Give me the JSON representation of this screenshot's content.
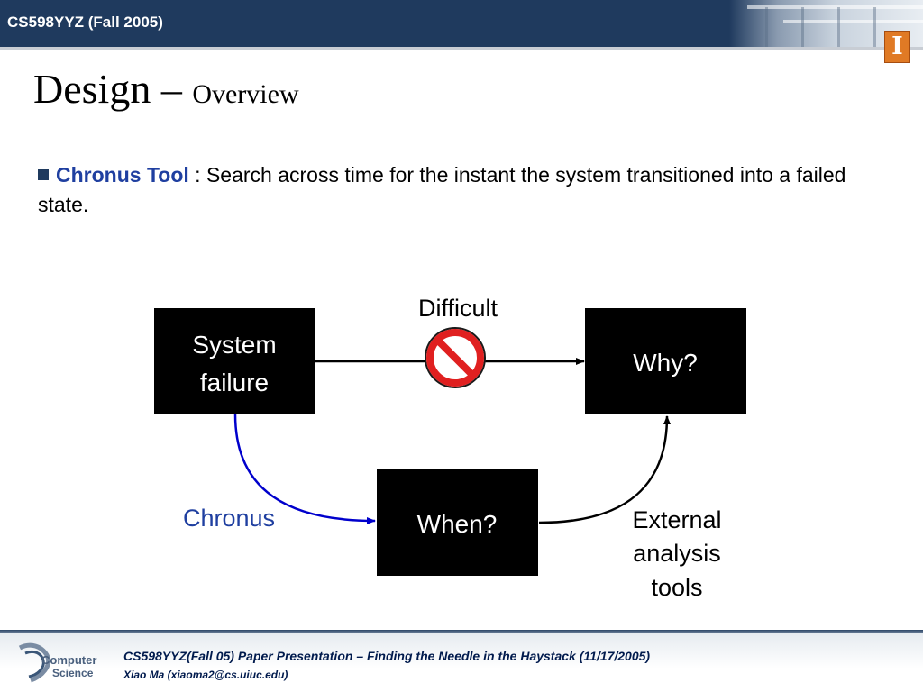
{
  "header": {
    "course": "CS598YYZ (Fall 2005)",
    "logo_letter": "I",
    "colors": {
      "bar": "#1f3a5e",
      "logo": "#e07a25"
    }
  },
  "slide": {
    "title_main": "Design – ",
    "title_sub": "Overview"
  },
  "bullet": {
    "term": "Chronus Tool",
    "text": " : Search across time for the instant the system transitioned into a failed state.",
    "term_color": "#1f3fa0"
  },
  "diagram": {
    "nodes": {
      "system_failure": {
        "line1": "System",
        "line2": "failure"
      },
      "why": "Why?",
      "when": "When?"
    },
    "labels": {
      "difficult": "Difficult",
      "chronus": "Chronus",
      "external_line1": "External",
      "external_line2": "analysis",
      "external_line3": "tools"
    },
    "icons": {
      "blocked": "prohibited-icon"
    },
    "colors": {
      "box": "#000000",
      "chronus_arrow": "#0000cc",
      "prohibited": "#e02020"
    }
  },
  "footer": {
    "line1": "CS598YYZ(Fall 05)  Paper Presentation – Finding the Needle in the Haystack (11/17/2005)",
    "line2": "Xiao Ma (xiaoma2@cs.uiuc.edu)",
    "logo_line1": "Computer",
    "logo_line2": "Science"
  }
}
